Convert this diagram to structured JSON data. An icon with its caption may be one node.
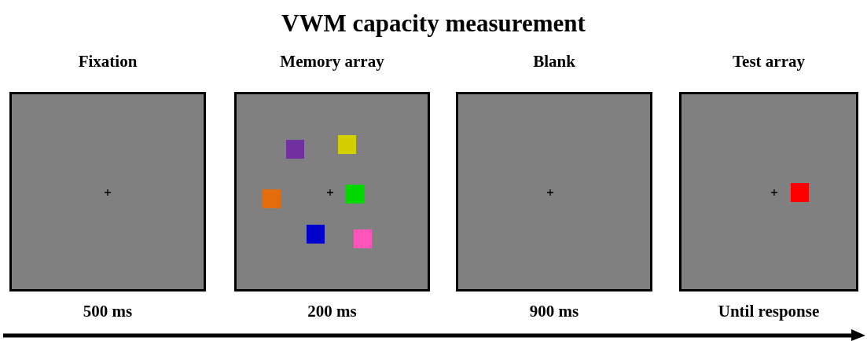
{
  "diagram": {
    "title": "VWM capacity measurement",
    "nodes": [
      {
        "text": [
          "Fixation"
        ],
        "beside": [
          "500 ms"
        ]
      },
      {
        "text": [
          "Memory array"
        ],
        "beside": [
          "200 ms"
        ]
      },
      {
        "text": [
          "Blank"
        ],
        "beside": [
          "900 ms"
        ]
      },
      {
        "text": [
          "Test array"
        ],
        "beside": [
          "Until response"
        ]
      }
    ]
  }
}
